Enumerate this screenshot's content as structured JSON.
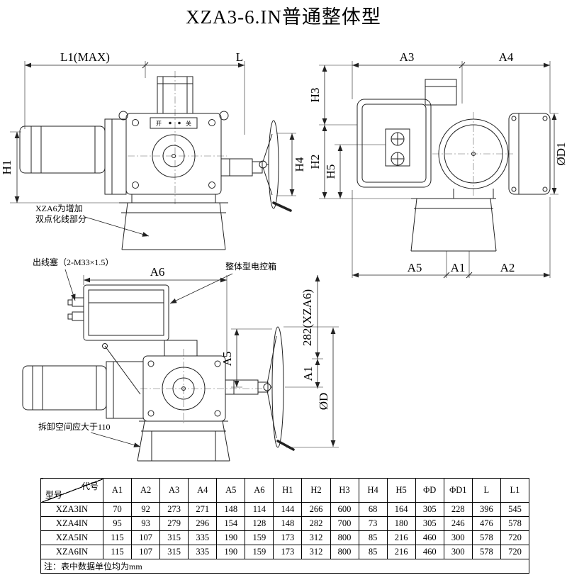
{
  "title": "XZA3-6.IN普通整体型",
  "dims": {
    "l1_max": "L1(MAX)",
    "l": "L",
    "h1": "H1",
    "h4": "H4",
    "a3": "A3",
    "a4": "A4",
    "h3": "H3",
    "h2": "H2",
    "h5": "H5",
    "d1": "ØD1",
    "a5": "A5",
    "a1": "A1",
    "a2": "A2",
    "a6": "A6",
    "len_282": "282(XZA6)",
    "d": "ØD"
  },
  "indicator": {
    "open": "开",
    "close": "关"
  },
  "annotations": {
    "xza6_line1": "XZA6为增加",
    "xza6_line2": "双点化线部分",
    "outlet_plug": "出线塞（2-M33×1.5）",
    "control_box": "整体型电控箱",
    "disassembly": "拆卸空间应大于110"
  },
  "table": {
    "corner_top": "代号",
    "corner_bottom": "型号",
    "columns": [
      "A1",
      "A2",
      "A3",
      "A4",
      "A5",
      "A6",
      "H1",
      "H2",
      "H3",
      "H4",
      "H5",
      "ΦD",
      "ΦD1",
      "L",
      "L1"
    ],
    "rows": [
      {
        "model": "XZA3IN",
        "values": [
          "70",
          "92",
          "273",
          "271",
          "148",
          "114",
          "144",
          "266",
          "600",
          "68",
          "164",
          "305",
          "228",
          "396",
          "545"
        ]
      },
      {
        "model": "XZA4IN",
        "values": [
          "95",
          "93",
          "279",
          "296",
          "154",
          "128",
          "148",
          "282",
          "700",
          "73",
          "180",
          "305",
          "246",
          "476",
          "578"
        ]
      },
      {
        "model": "XZA5IN",
        "values": [
          "115",
          "107",
          "315",
          "335",
          "190",
          "159",
          "173",
          "312",
          "800",
          "85",
          "216",
          "460",
          "300",
          "578",
          "720"
        ]
      },
      {
        "model": "XZA6IN",
        "values": [
          "115",
          "107",
          "315",
          "335",
          "190",
          "159",
          "173",
          "312",
          "800",
          "85",
          "216",
          "460",
          "300",
          "578",
          "720"
        ]
      }
    ],
    "note": "注：表中数据单位均为mm"
  }
}
